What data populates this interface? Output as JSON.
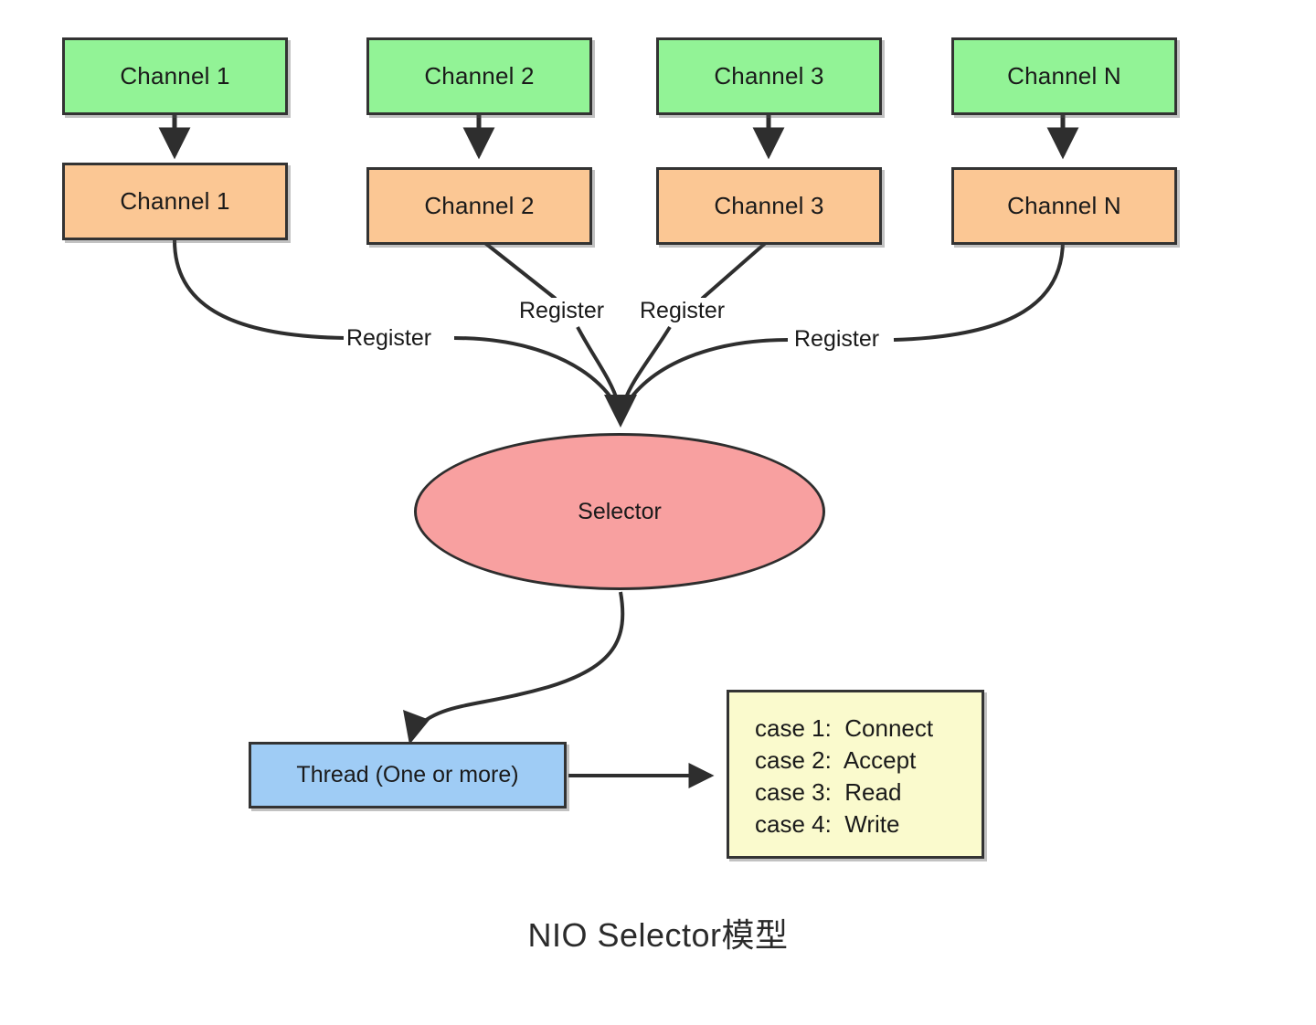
{
  "diagram": {
    "caption": "NIO Selector模型",
    "colors": {
      "channel_top": "#92F396",
      "channel_bottom": "#FBC794",
      "selector": "#F8A0A0",
      "thread": "#9FCCF5",
      "cases": "#FAFACD",
      "stroke": "#333333"
    },
    "channels_top": [
      {
        "label": "Channel 1"
      },
      {
        "label": "Channel 2"
      },
      {
        "label": "Channel 3"
      },
      {
        "label": "Channel N"
      }
    ],
    "channels_bottom": [
      {
        "label": "Channel 1"
      },
      {
        "label": "Channel 2"
      },
      {
        "label": "Channel 3"
      },
      {
        "label": "Channel N"
      }
    ],
    "register_labels": [
      {
        "text": "Register"
      },
      {
        "text": "Register"
      },
      {
        "text": "Register"
      },
      {
        "text": "Register"
      }
    ],
    "selector": {
      "label": "Selector"
    },
    "thread": {
      "label": "Thread (One or more)"
    },
    "cases": {
      "lines": [
        "case 1:  Connect",
        "case 2:  Accept",
        "case 3:  Read",
        "case 4:  Write"
      ]
    }
  }
}
